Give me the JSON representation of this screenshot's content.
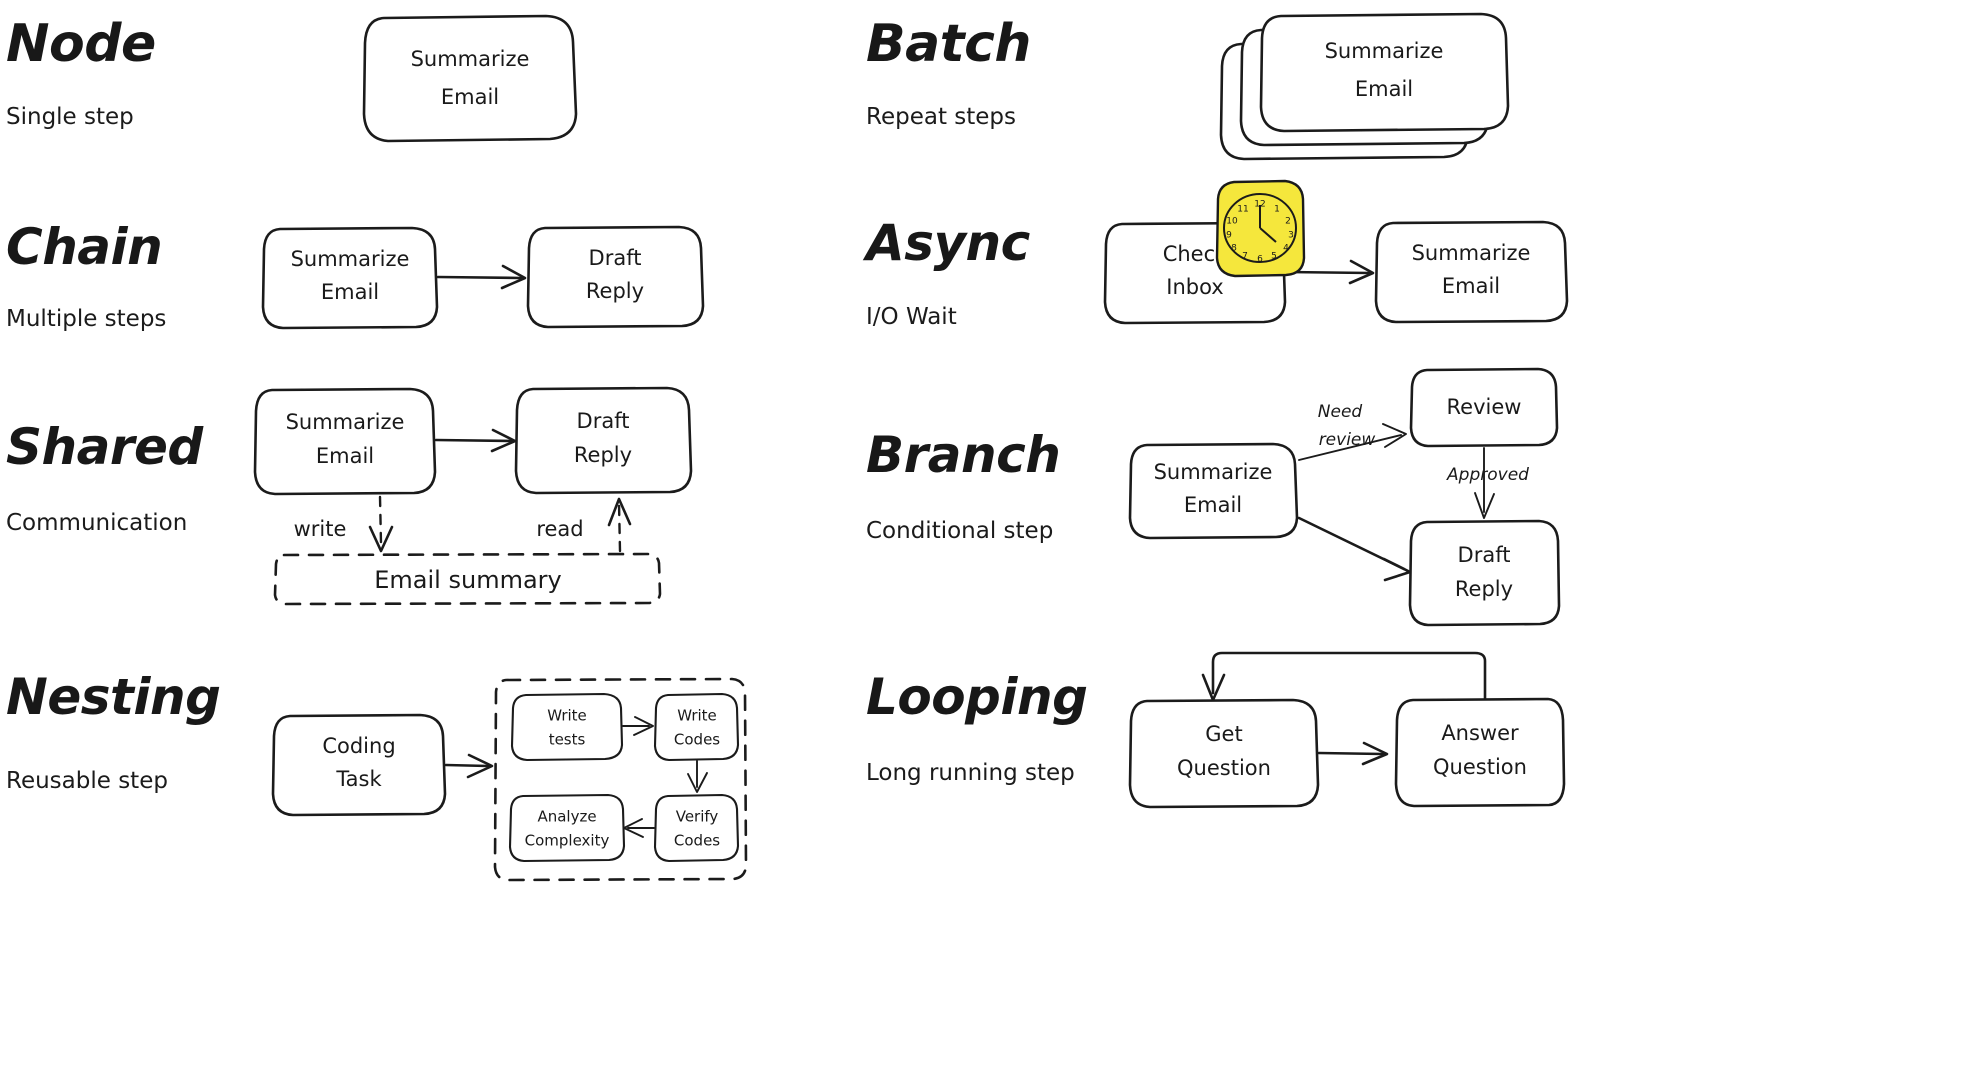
{
  "page": {
    "background": "#ffffff",
    "ink": "#1b1b1b",
    "accent_yellow": "#f5e73c"
  },
  "patterns": [
    {
      "id": "node",
      "title": "Node",
      "subtitle": "Single step",
      "nodes": [
        {
          "label_line1": "Summarize",
          "label_line2": "Email"
        }
      ]
    },
    {
      "id": "batch",
      "title": "Batch",
      "subtitle": "Repeat steps",
      "stack_count": 3,
      "nodes": [
        {
          "label_line1": "Summarize",
          "label_line2": "Email"
        }
      ]
    },
    {
      "id": "chain",
      "title": "Chain",
      "subtitle": "Multiple steps",
      "nodes": [
        {
          "label_line1": "Summarize",
          "label_line2": "Email"
        },
        {
          "label_line1": "Draft",
          "label_line2": "Reply"
        }
      ],
      "edges": [
        {
          "from": "Summarize Email",
          "to": "Draft Reply",
          "label": ""
        }
      ]
    },
    {
      "id": "async",
      "title": "Async",
      "subtitle": "I/O Wait",
      "nodes": [
        {
          "label_line1": "Check",
          "label_line2": "Inbox"
        },
        {
          "label_line1": "Summarize",
          "label_line2": "Email"
        }
      ],
      "icon": "clock-icon",
      "clock_numerals": [
        "12",
        "1",
        "2",
        "3",
        "4",
        "5",
        "6",
        "7",
        "8",
        "9",
        "10",
        "11"
      ],
      "edges": [
        {
          "from": "Check Inbox",
          "to": "Summarize Email",
          "label": ""
        }
      ]
    },
    {
      "id": "shared",
      "title": "Shared",
      "subtitle": "Communication",
      "nodes": [
        {
          "label_line1": "Summarize",
          "label_line2": "Email"
        },
        {
          "label_line1": "Draft",
          "label_line2": "Reply"
        }
      ],
      "store": {
        "label": "Email summary"
      },
      "edges": [
        {
          "from": "Summarize Email",
          "to": "Draft Reply",
          "label": ""
        },
        {
          "from": "Summarize Email",
          "to": "Email summary",
          "label": "write"
        },
        {
          "from": "Email summary",
          "to": "Draft Reply",
          "label": "read"
        }
      ]
    },
    {
      "id": "branch",
      "title": "Branch",
      "subtitle": "Conditional step",
      "nodes": [
        {
          "label_line1": "Summarize",
          "label_line2": "Email"
        },
        {
          "label_line1": "Review",
          "label_line2": ""
        },
        {
          "label_line1": "Draft",
          "label_line2": "Reply"
        }
      ],
      "edges": [
        {
          "from": "Summarize Email",
          "to": "Review",
          "label_line1": "Need",
          "label_line2": "review"
        },
        {
          "from": "Review",
          "to": "Draft Reply",
          "label": "Approved"
        },
        {
          "from": "Summarize Email",
          "to": "Draft Reply",
          "label": ""
        }
      ]
    },
    {
      "id": "nesting",
      "title": "Nesting",
      "subtitle": "Reusable step",
      "nodes": [
        {
          "label_line1": "Coding",
          "label_line2": "Task"
        }
      ],
      "subflow": {
        "nodes": [
          {
            "label_line1": "Write",
            "label_line2": "tests"
          },
          {
            "label_line1": "Write",
            "label_line2": "Codes"
          },
          {
            "label_line1": "Verify",
            "label_line2": "Codes"
          },
          {
            "label_line1": "Analyze",
            "label_line2": "Complexity"
          }
        ],
        "edges": [
          {
            "from": "Write tests",
            "to": "Write Codes"
          },
          {
            "from": "Write Codes",
            "to": "Verify Codes"
          },
          {
            "from": "Verify Codes",
            "to": "Analyze Complexity"
          }
        ]
      },
      "edges": [
        {
          "from": "Coding Task",
          "to": "subflow",
          "label": ""
        }
      ]
    },
    {
      "id": "looping",
      "title": "Looping",
      "subtitle": "Long running step",
      "nodes": [
        {
          "label_line1": "Get",
          "label_line2": "Question"
        },
        {
          "label_line1": "Answer",
          "label_line2": "Question"
        }
      ],
      "edges": [
        {
          "from": "Get Question",
          "to": "Answer Question",
          "label": ""
        },
        {
          "from": "Answer Question",
          "to": "Get Question",
          "label": ""
        }
      ]
    }
  ]
}
